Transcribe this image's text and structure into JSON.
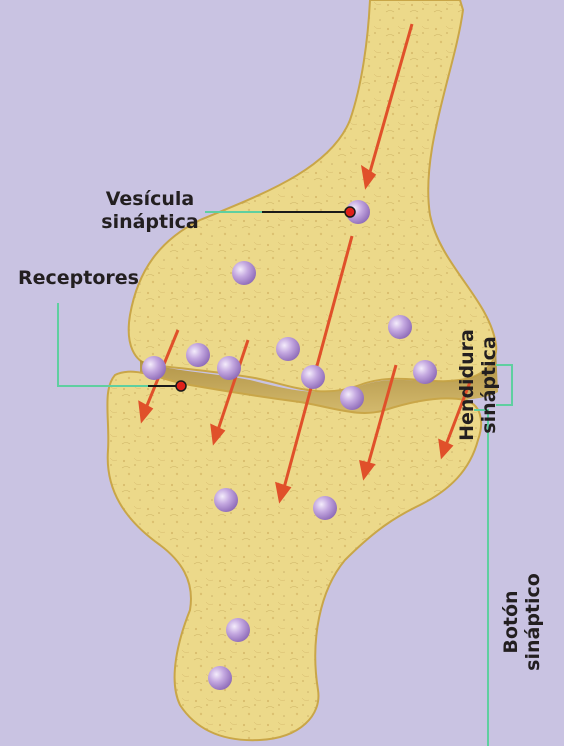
{
  "labels": {
    "vesicula": [
      "Vesícula",
      "sináptica"
    ],
    "receptores": "Receptores",
    "hendidura": [
      "Hendidura",
      "sináptica"
    ],
    "boton": [
      "Botón",
      "sináptico"
    ]
  },
  "colors": {
    "background": "#c9c3e2",
    "neuron_fill": "#ecd98a",
    "neuron_edge": "#c9a648",
    "vesicle": "#b99bd6",
    "arrow": "#e0502a",
    "leader_line": "#5fcfa0",
    "pointer_line": "#1a1a1a",
    "pointer_dot": "#e0201a"
  }
}
